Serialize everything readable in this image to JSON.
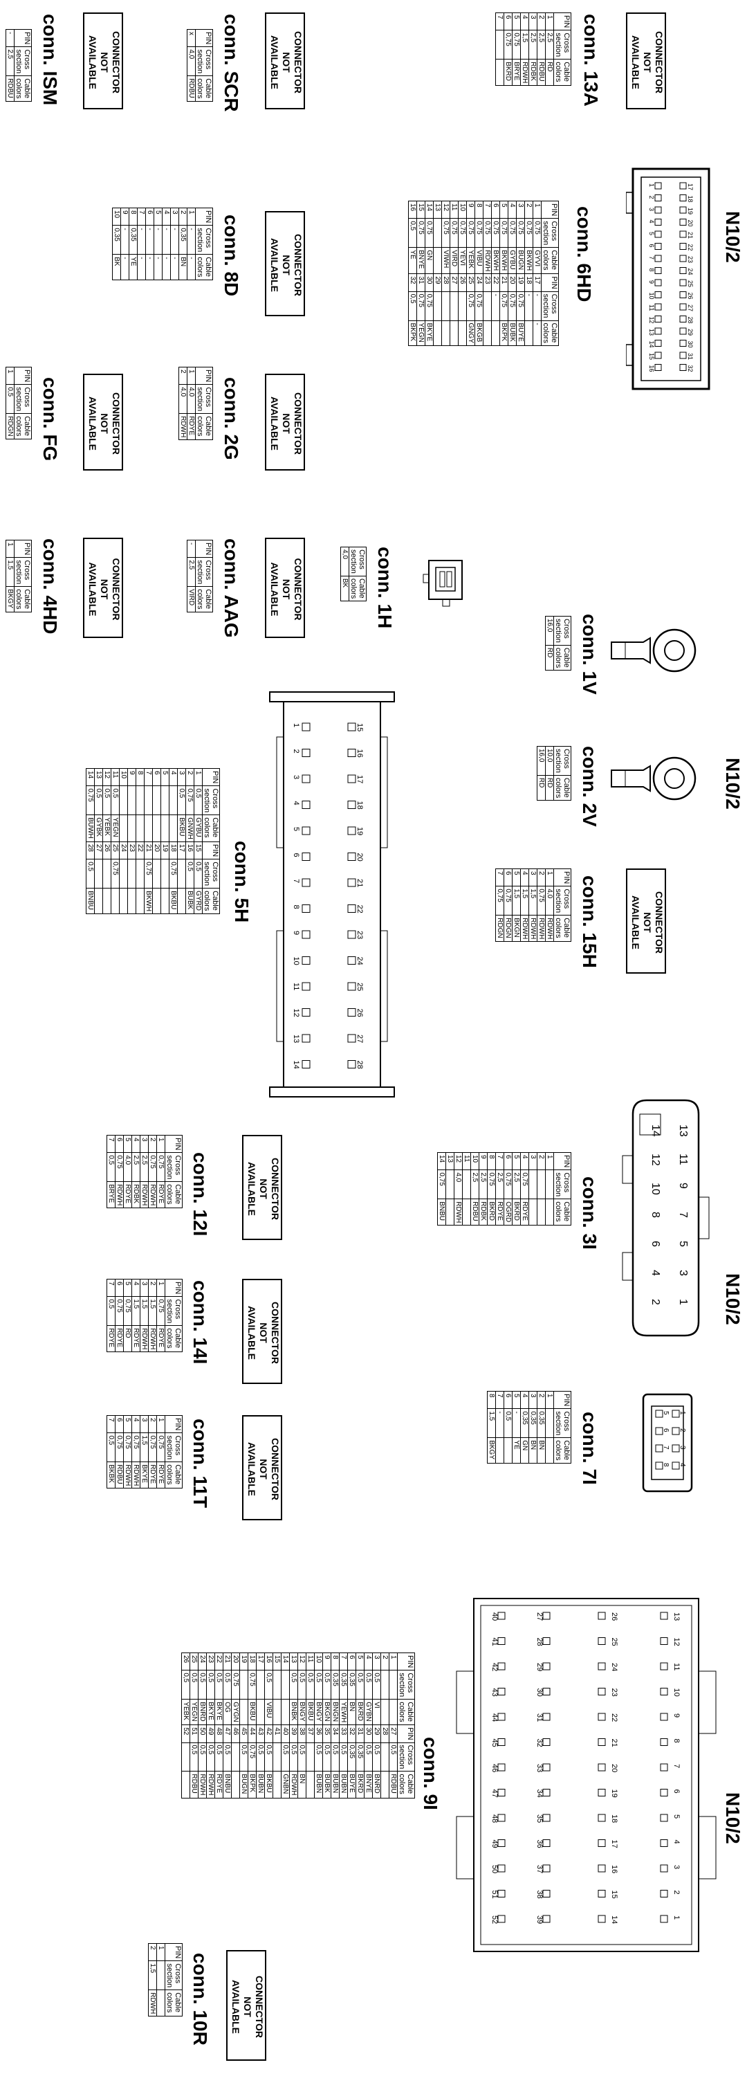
{
  "na_label": [
    "CONNECTOR",
    "NOT",
    "AVAILABLE"
  ],
  "hdr": {
    "pin": "PIN",
    "cross": [
      "Cross",
      "section"
    ],
    "cable": [
      "Cable",
      "colors"
    ]
  },
  "n10_2": "N10/2",
  "connectors": {
    "c13A": {
      "title": "conn. 13A",
      "rows": [
        [
          "1",
          "2,5",
          "RD"
        ],
        [
          "2",
          "2,5",
          "RDBU"
        ],
        [
          "3",
          "2,5",
          "RDBK"
        ],
        [
          "4",
          "1,5",
          "RDWH"
        ],
        [
          "5",
          "0,75",
          "BRYE"
        ],
        [
          "6",
          "0,75",
          "BKRD"
        ],
        [
          "7",
          "",
          ""
        ]
      ]
    },
    "cISM": {
      "title": "conn. ISM",
      "rows": [
        [
          "-",
          "2,5",
          "RDBU"
        ]
      ]
    },
    "cSCR": {
      "title": "conn. SCR",
      "rows": [
        [
          "x",
          "4,0",
          "RDBU"
        ]
      ]
    },
    "c6HD": {
      "title": "conn. 6HD",
      "rows": [
        [
          "1",
          "0,75",
          "GYVI",
          "17",
          "-",
          "-"
        ],
        [
          "2",
          "0,75",
          "BKWH",
          "18",
          "-",
          ""
        ],
        [
          "3",
          "0,75",
          "BUGN",
          "19",
          "0,75",
          "BUYE"
        ],
        [
          "4",
          "0,75",
          "GYBU",
          "20",
          "0,75",
          "BUBK"
        ],
        [
          "5",
          "0,75",
          "BKWH",
          "21",
          "0,75",
          "BKPK"
        ],
        [
          "6",
          "0,75",
          "BKWH",
          "22",
          "-",
          ""
        ],
        [
          "7",
          "0,75",
          "RDWH",
          "23",
          "",
          ""
        ],
        [
          "8",
          "0,75",
          "VIBU",
          "24",
          "0,75",
          "BKGB"
        ],
        [
          "9",
          "0,75",
          "YEBK",
          "25",
          "0,75",
          "GNGY"
        ],
        [
          "10",
          "0,75",
          "YEVI",
          "26",
          "",
          ""
        ],
        [
          "11",
          "0,75",
          "VIRD",
          "27",
          "",
          ""
        ],
        [
          "12",
          "0,75",
          "VIWH",
          "28",
          "",
          ""
        ],
        [
          "13",
          "",
          "",
          "29",
          "",
          ""
        ],
        [
          "14",
          "0,75",
          "GN",
          "30",
          "0,75",
          "BKYE"
        ],
        [
          "15",
          "0,75",
          "BNYE",
          "31",
          "0,75",
          "YEGN"
        ],
        [
          "16",
          "0,5",
          "YE",
          "32",
          "0,5",
          "BKPK"
        ]
      ]
    },
    "c8D": {
      "title": "conn. 8D",
      "rows": [
        [
          "1",
          "-",
          "-"
        ],
        [
          "2",
          "0,35",
          "BN"
        ],
        [
          "3",
          "-",
          "-"
        ],
        [
          "4",
          "-",
          "-"
        ],
        [
          "5",
          "-",
          "-"
        ],
        [
          "6",
          "-",
          "-"
        ],
        [
          "7",
          "-",
          "-"
        ],
        [
          "8",
          "0,35",
          "YE"
        ],
        [
          "9",
          "-",
          "-"
        ],
        [
          "10",
          "0,35",
          "BK"
        ]
      ]
    },
    "c2G": {
      "title": "conn. 2G",
      "rows": [
        [
          "1",
          "4,0",
          "RDYE"
        ],
        [
          "2",
          "4,0",
          "RDWH"
        ]
      ]
    },
    "cFG": {
      "title": "conn. FG",
      "rows": [
        [
          "1",
          "0,5",
          "RDGN"
        ]
      ]
    },
    "cAAG": {
      "title": "conn. AAG",
      "rows": [
        [
          "-",
          "2,5",
          "VIRD"
        ]
      ]
    },
    "c4HD": {
      "title": "conn. 4HD",
      "rows": [
        [
          "1",
          "1,5",
          "BKGY"
        ]
      ]
    },
    "c1H": {
      "title": "conn. 1H",
      "rows": [
        [
          "4,0",
          "BK"
        ]
      ]
    },
    "c1V": {
      "title": "conn. 1V",
      "rows": [
        [
          "16,0",
          "RD"
        ]
      ]
    },
    "c2V": {
      "title": "conn. 2V",
      "rows": [
        [
          "10,0",
          "RD"
        ],
        [
          "16,0",
          "RD"
        ]
      ]
    },
    "c15H": {
      "title": "conn. 15H",
      "rows": [
        [
          "1",
          "4,0",
          "RDWH"
        ],
        [
          "2",
          "0,75",
          "RDWH"
        ],
        [
          "3",
          "1,5",
          "RDWH"
        ],
        [
          "4",
          "1,5",
          "RDWH"
        ],
        [
          "5",
          "1,5",
          "BKGN"
        ],
        [
          "6",
          "0,75",
          "RDGN"
        ],
        [
          "7",
          "0,75",
          "RDGN"
        ]
      ]
    },
    "c5H": {
      "title": "conn. 5H",
      "rows": [
        [
          "1",
          "0,5",
          "GYBU",
          "15",
          "0,5",
          "GYRD"
        ],
        [
          "2",
          "0,75",
          "GNWH",
          "16",
          "0,5",
          "BUBK"
        ],
        [
          "3",
          "0,5",
          "BKBU",
          "17",
          "",
          ""
        ],
        [
          "4",
          "",
          "",
          "18",
          "0,75",
          "BKBU"
        ],
        [
          "5",
          "",
          "",
          "19",
          "",
          ""
        ],
        [
          "6",
          "",
          "",
          "20",
          "",
          ""
        ],
        [
          "7",
          "",
          "",
          "21",
          "0,75",
          "BKWH"
        ],
        [
          "8",
          "",
          "",
          "22",
          "",
          ""
        ],
        [
          "9",
          "",
          "",
          "23",
          "",
          ""
        ],
        [
          "10",
          "",
          "",
          "24",
          "",
          ""
        ],
        [
          "11",
          "0,5",
          "YEGN",
          "25",
          "0,75",
          ""
        ],
        [
          "12",
          "0,5",
          "YEBK",
          "26",
          "",
          ""
        ],
        [
          "13",
          "0,5",
          "GYBK",
          "27",
          "",
          ""
        ],
        [
          "14",
          "0,75",
          "BUWH",
          "28",
          "0,5",
          "BNBU"
        ]
      ]
    },
    "c3I": {
      "title": "conn. 3I",
      "rows": [
        [
          "1",
          "",
          ""
        ],
        [
          "2",
          "",
          ""
        ],
        [
          "3",
          "",
          ""
        ],
        [
          "4",
          "0,75",
          "RDYE"
        ],
        [
          "5",
          "2,5",
          "BKRD"
        ],
        [
          "6",
          "0,75",
          "OGRD"
        ],
        [
          "7",
          "2,5",
          "RDYE"
        ],
        [
          "8",
          "0,75",
          "BKRD"
        ],
        [
          "9",
          "2,5",
          "RDBK"
        ],
        [
          "10",
          "2,5",
          "RDBU"
        ],
        [
          "11",
          "",
          ""
        ],
        [
          "12",
          "4,0",
          "RDWH"
        ],
        [
          "13",
          "",
          ""
        ],
        [
          "14",
          "0,75",
          "BNBU"
        ]
      ]
    },
    "c12I": {
      "title": "conn. 12I",
      "rows": [
        [
          "1",
          "0,75",
          "RDYE"
        ],
        [
          "2",
          "0,75",
          "RDWH"
        ],
        [
          "3",
          "2,5",
          "RDWH"
        ],
        [
          "4",
          "2,5",
          "RDBK"
        ],
        [
          "5",
          "4,0",
          "RDYE"
        ],
        [
          "6",
          "0,75",
          "RDWH"
        ],
        [
          "7",
          "0,5",
          "BRYE"
        ]
      ]
    },
    "c7I": {
      "title": "conn. 7I",
      "rows": [
        [
          "1",
          "",
          ""
        ],
        [
          "2",
          "0,35",
          "BN"
        ],
        [
          "3",
          "0,35",
          "BN"
        ],
        [
          "4",
          "0,35",
          "GN"
        ],
        [
          "5",
          "-",
          "YE"
        ],
        [
          "6",
          "0,5",
          ""
        ],
        [
          "7",
          "-",
          ""
        ],
        [
          "8",
          "1,5",
          "BKGY"
        ]
      ]
    },
    "c14I": {
      "title": "conn. 14I",
      "rows": [
        [
          "1",
          "0,75",
          "RDYE"
        ],
        [
          "2",
          "1,5",
          "RDWH"
        ],
        [
          "3",
          "1,5",
          "RDWH"
        ],
        [
          "4",
          "1,5",
          "RDYE"
        ],
        [
          "5",
          "0,75",
          "RD"
        ],
        [
          "6",
          "0,75",
          "RDYE"
        ],
        [
          "7",
          "0,5",
          "RDYE"
        ]
      ]
    },
    "c11T": {
      "title": "conn. 11T",
      "rows": [
        [
          "1",
          "0,75",
          "RDYE"
        ],
        [
          "2",
          "0,75",
          "RDYE"
        ],
        [
          "3",
          "1,5",
          "BKYE"
        ],
        [
          "4",
          "0,75",
          "RDWH"
        ],
        [
          "5",
          "0,75",
          "RDWH"
        ],
        [
          "6",
          "0,75",
          "RDBU"
        ],
        [
          "7",
          "0,5",
          "BKBK"
        ]
      ]
    },
    "c9I": {
      "title": "conn. 9I",
      "rows": [
        [
          "1",
          "",
          "",
          "27",
          "0,5",
          "RDBU"
        ],
        [
          "2",
          "",
          "",
          "28",
          "",
          ""
        ],
        [
          "3",
          "0,5",
          "VI",
          "29",
          "0,5",
          "BNRD"
        ],
        [
          "4",
          "0,5",
          "GYBN",
          "30",
          "0,5",
          "BNYE"
        ],
        [
          "5",
          "0,5",
          "BKRD",
          "31",
          "0,35",
          "BKRD"
        ],
        [
          "6",
          "0,35",
          "BN",
          "32",
          "0,35",
          "BUYE"
        ],
        [
          "7",
          "0,35",
          "YEWH",
          "33",
          "0,5",
          "BUBN"
        ],
        [
          "8",
          "0,35",
          "BNGN",
          "34",
          "0,5",
          "BUBN"
        ],
        [
          "9",
          "0,5",
          "BKGN",
          "35",
          "0,5",
          "BUBK"
        ],
        [
          "10",
          "0,5",
          "BNGY",
          "36",
          "0,5",
          "BUBN"
        ],
        [
          "11",
          "0,5",
          "BKBU",
          "37",
          "",
          ""
        ],
        [
          "12",
          "0,5",
          "BNGY",
          "38",
          "0,5",
          "BN"
        ],
        [
          "13",
          "0,5",
          "BNBK",
          "39",
          "0,5",
          "RDWH"
        ],
        [
          "14",
          "",
          "",
          "40",
          "0,5",
          "GNBN"
        ],
        [
          "15",
          "",
          "",
          "41",
          "",
          ""
        ],
        [
          "16",
          "0,5",
          "VIBU",
          "42",
          "0,5",
          "BKBU"
        ],
        [
          "17",
          "",
          "",
          "43",
          "0,5",
          "BUBN"
        ],
        [
          "18",
          "0,75",
          "BKBU",
          "44",
          "0,75",
          "BKPK"
        ],
        [
          "19",
          "",
          "",
          "45",
          "0,5",
          "BUGN"
        ],
        [
          "20",
          "0,75",
          "GYGN",
          "46",
          "",
          ""
        ],
        [
          "21",
          "0,5",
          "OG",
          "47",
          "0,5",
          "BNBU"
        ],
        [
          "22",
          "0,5",
          "BKYE",
          "48",
          "0,5",
          "RDYE"
        ],
        [
          "23",
          "0,5",
          "BKYE",
          "49",
          "0,5",
          "RDWH"
        ],
        [
          "24",
          "0,5",
          "BNRD",
          "50",
          "0,5",
          "RDWH"
        ],
        [
          "25",
          "0,5",
          "YEGN",
          "51",
          "0,5",
          "RDBU"
        ],
        [
          "26",
          "0,5",
          "YEBK",
          "52",
          "",
          ""
        ]
      ]
    },
    "c10R": {
      "title": "conn. 10R",
      "rows": [
        [
          "1",
          "",
          ""
        ],
        [
          "2",
          "1,5",
          "RDWH"
        ]
      ]
    }
  }
}
